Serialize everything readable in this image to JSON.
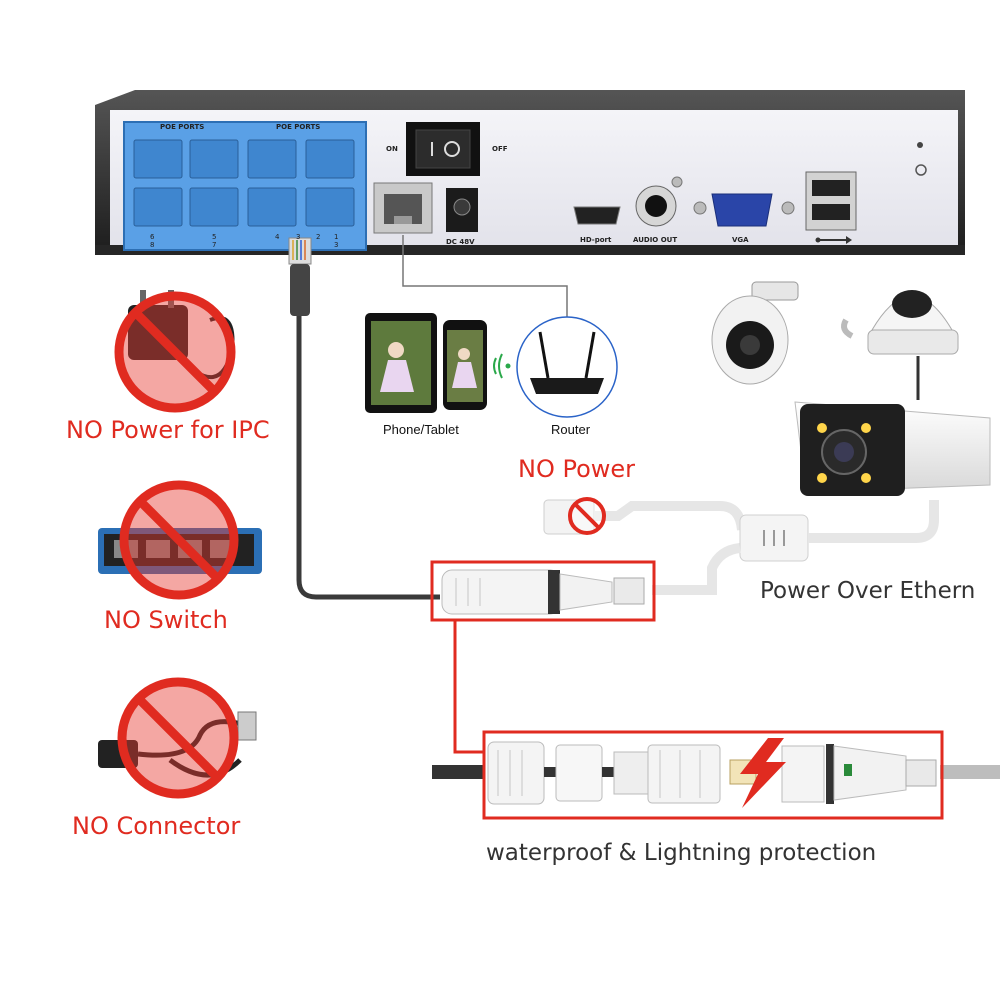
{
  "nvr": {
    "poe_ports_label_left": "POE PORTS",
    "poe_ports_label_right": "POE PORTS",
    "port_numbers_top": [
      "6",
      "5",
      "4",
      "3",
      "2",
      "1"
    ],
    "port_numbers_bottom": [
      "8",
      "7",
      "",
      "",
      "",
      "3"
    ],
    "on_label": "ON",
    "off_label": "OFF",
    "dc_label": "DC 48V",
    "hd_port_label": "HD-port",
    "audio_out_label": "AUDIO OUT",
    "vga_label": "VGA"
  },
  "devices": {
    "phone_tablet_label": "Phone/Tablet",
    "router_label": "Router"
  },
  "warnings": {
    "no_power_ipc": "NO Power for IPC",
    "no_switch": "NO Switch",
    "no_connector": "NO Connector",
    "no_power": "NO Power"
  },
  "captions": {
    "poe": "Power Over Ethern",
    "waterproof": "waterproof & Lightning protection"
  },
  "colors": {
    "accent_red": "#e02b20",
    "poe_blue": "#4a90d9",
    "chassis": "#2b2b2b"
  }
}
